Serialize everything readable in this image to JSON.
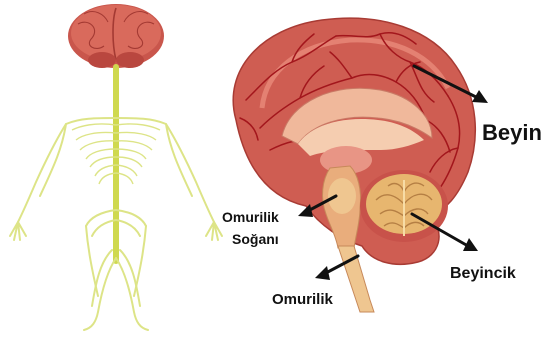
{
  "labels": {
    "beyin": "Beyin",
    "omurilik_sogani_line1": "Omurilik",
    "omurilik_sogani_line2": "Soğanı",
    "beyincik": "Beyincik",
    "omurilik": "Omurilik"
  },
  "colors": {
    "brain": "#cf5d52",
    "brain_dark": "#a83b34",
    "brain_light": "#f19a88",
    "vessels": "#a3161c",
    "nerves": "#dde487",
    "nerve_core": "#cfd94f",
    "spine": "#efc690",
    "cerebellum": "#e7b66f",
    "arrow": "#111111"
  }
}
